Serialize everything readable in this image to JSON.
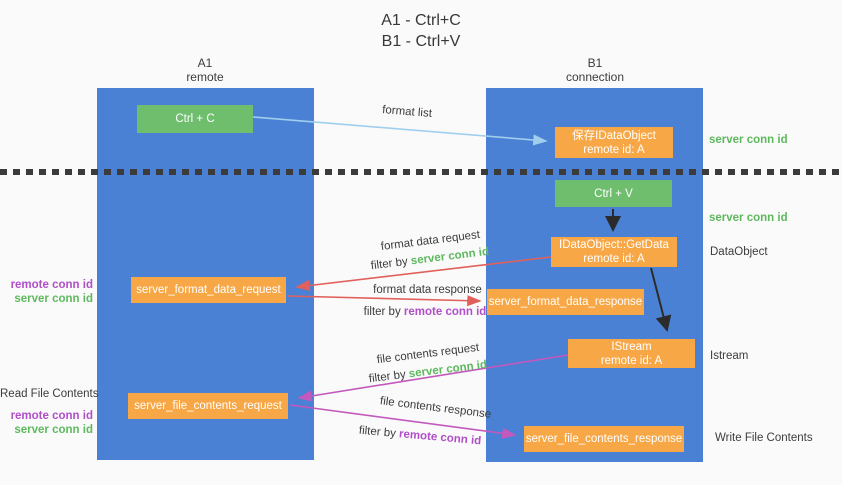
{
  "title": {
    "line1": "A1 - Ctrl+C",
    "line2": "B1 - Ctrl+V"
  },
  "columns": {
    "left": {
      "name": "A1",
      "role": "remote"
    },
    "right": {
      "name": "B1",
      "role": "connection"
    }
  },
  "nodes": {
    "ctrl_c": "Ctrl + C",
    "ctrl_v": "Ctrl + V",
    "save_dataobject": {
      "line1": "保存IDataObject",
      "line2": "remote id: A"
    },
    "getdata": {
      "line1": "IDataObject::GetData",
      "line2": "remote id: A"
    },
    "istream": {
      "line1": "IStream",
      "line2": "remote id: A"
    },
    "format_request": "server_format_data_request",
    "format_response": "server_format_data_response",
    "file_request": "server_file_contents_request",
    "file_response": "server_file_contents_response"
  },
  "labels": {
    "format_list": "format list",
    "format_data_request": "format data request",
    "format_data_response": "format data response",
    "file_contents_request": "file contents request",
    "file_contents_response": "file contents response",
    "filter_by": "filter by ",
    "server_conn_id": "server conn id",
    "remote_conn_id": "remote conn id",
    "read_file_contents": "Read File Contents",
    "write_file_contents": "Write File Contents",
    "dataobject": "DataObject",
    "istream_side": "Istream"
  },
  "colors": {
    "background": "#fafafa",
    "column_blue": "#4b81d5",
    "node_green": "#6fbe6e",
    "node_orange": "#f8a746",
    "arrow_blue": "#9fcfed",
    "arrow_red": "#e2605b",
    "arrow_magenta": "#c358bd",
    "arrow_black": "#2b2b2b",
    "text_green": "#5eb95e",
    "text_purple": "#b04fc8",
    "text_dark": "#3c3c3c"
  }
}
